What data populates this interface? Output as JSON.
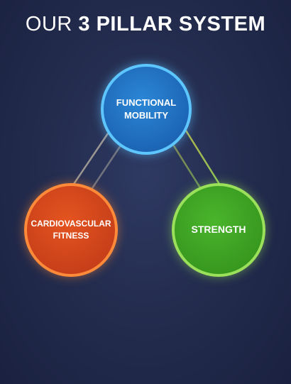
{
  "title": {
    "prefix": "OUR",
    "emphasis": "3 PILLAR SYSTEM"
  },
  "pillars": {
    "mobility": {
      "label": "FUNCTIONAL\nMOBILITY",
      "color": "#1d66b6",
      "ring": "#5ec6ff"
    },
    "cardio": {
      "label": "CARDIOVASCULAR\nFITNESS",
      "color": "#c8401a",
      "ring": "#ff8a3a"
    },
    "strength": {
      "label": "STRENGTH",
      "color": "#38991f",
      "ring": "#9be05a"
    }
  },
  "colors": {
    "background": "#242d4f",
    "text": "#ffffff"
  }
}
